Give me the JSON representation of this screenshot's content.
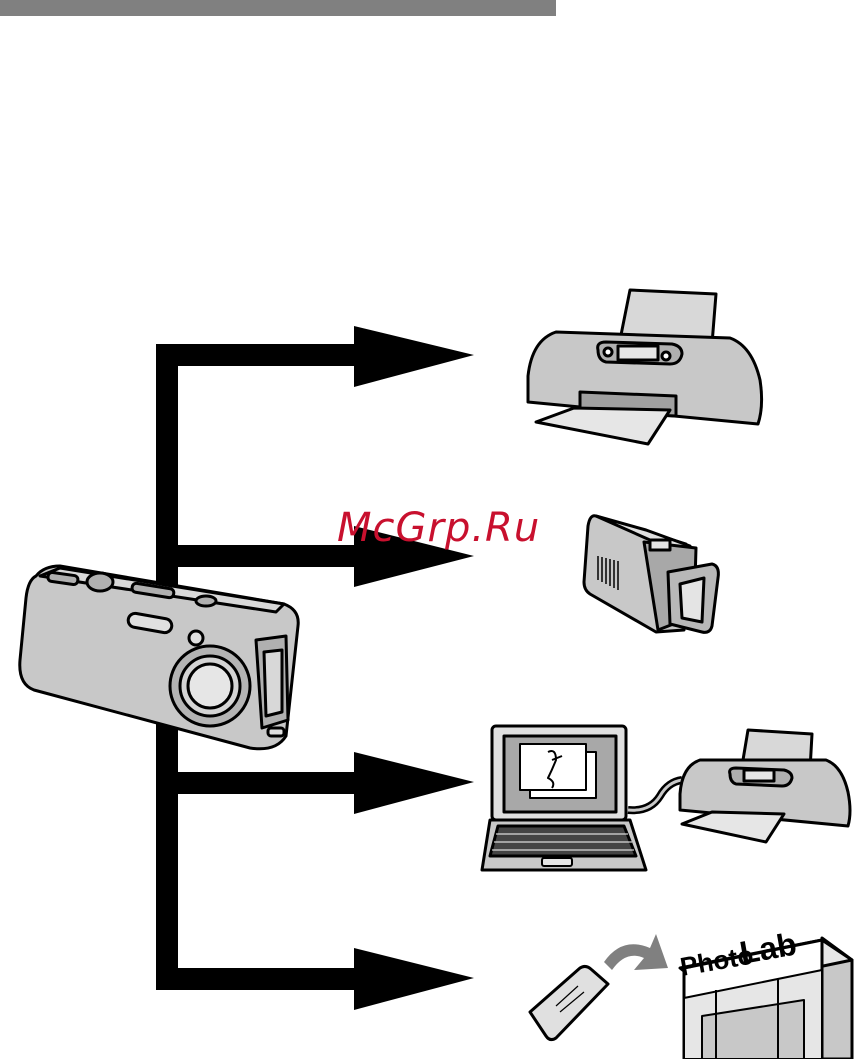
{
  "watermark": "McGrp.Ru",
  "photo_lab_sign": {
    "word1": "Photo",
    "word2": "Lab"
  },
  "colors": {
    "line": "#000000",
    "device_fill": "#c8c8c8",
    "device_dark": "#9a9a9a",
    "header_bar": "#808080",
    "watermark": "#c8102e"
  },
  "items": [
    {
      "name": "inkjet-printer-icon"
    },
    {
      "name": "dye-sub-printer-icon"
    },
    {
      "name": "laptop-with-printer-icon"
    },
    {
      "name": "memory-card-to-photo-lab-icon"
    }
  ]
}
